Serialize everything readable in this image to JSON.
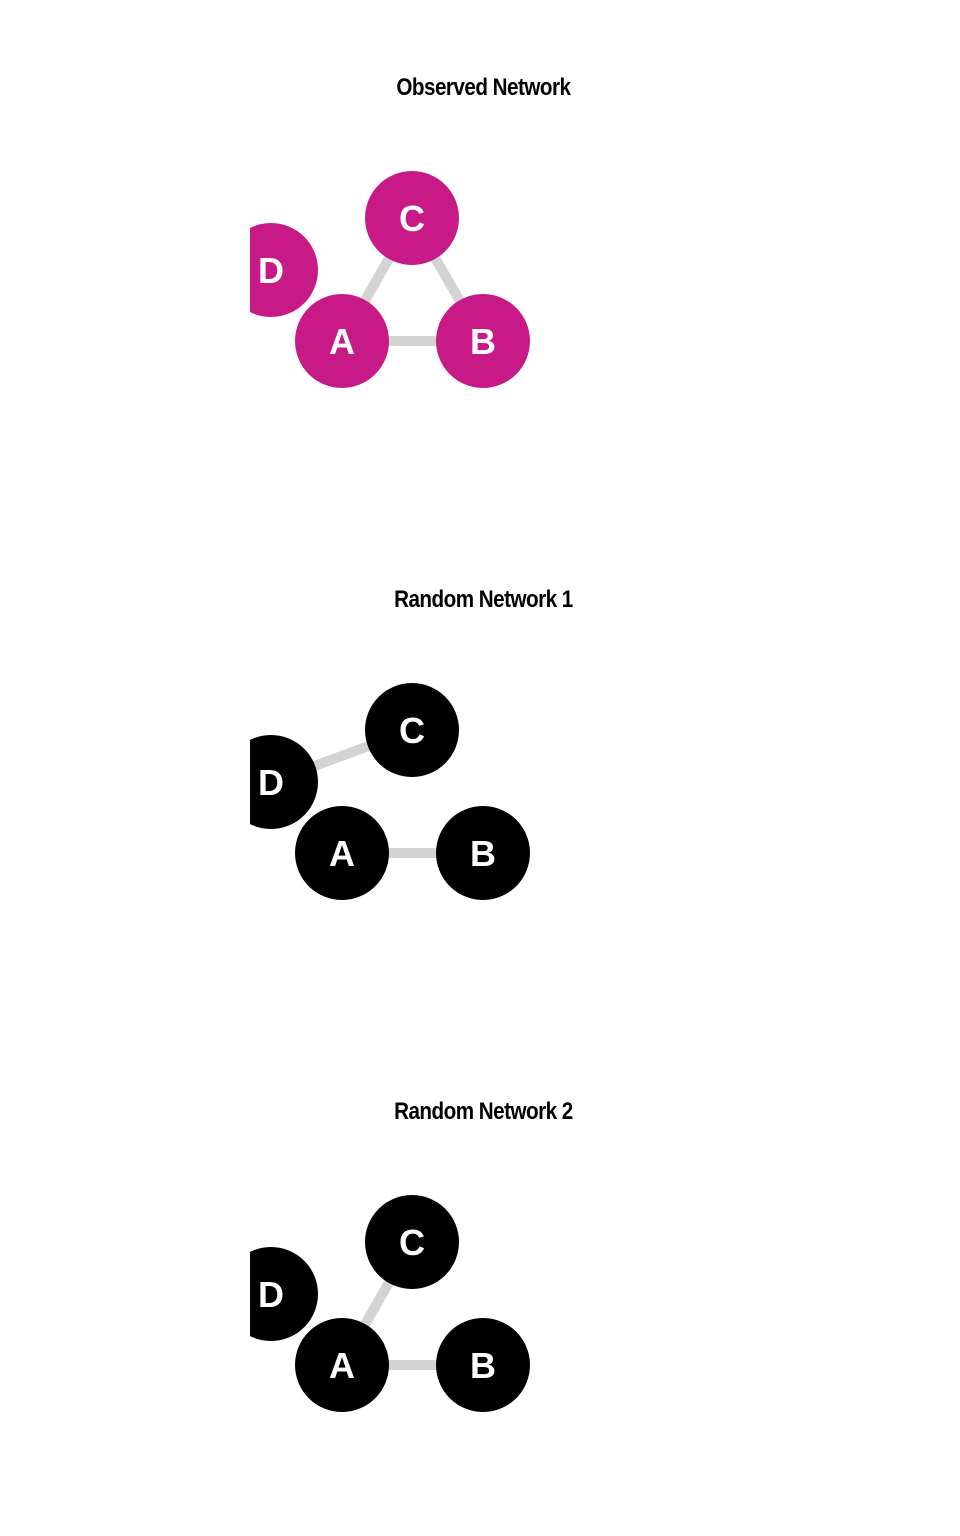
{
  "panels": [
    {
      "title": "Observed Network",
      "node_color": "#c71a86",
      "nodes": [
        {
          "id": "A",
          "label": "A"
        },
        {
          "id": "B",
          "label": "B"
        },
        {
          "id": "C",
          "label": "C"
        },
        {
          "id": "D",
          "label": "D"
        }
      ],
      "edges": [
        [
          "A",
          "B"
        ],
        [
          "A",
          "C"
        ],
        [
          "B",
          "C"
        ]
      ]
    },
    {
      "title": "Random Network 1",
      "node_color": "#000000",
      "nodes": [
        {
          "id": "A",
          "label": "A"
        },
        {
          "id": "B",
          "label": "B"
        },
        {
          "id": "C",
          "label": "C"
        },
        {
          "id": "D",
          "label": "D"
        }
      ],
      "edges": [
        [
          "A",
          "B"
        ],
        [
          "C",
          "D"
        ]
      ]
    },
    {
      "title": "Random Network 2",
      "node_color": "#000000",
      "nodes": [
        {
          "id": "A",
          "label": "A"
        },
        {
          "id": "B",
          "label": "B"
        },
        {
          "id": "C",
          "label": "C"
        },
        {
          "id": "D",
          "label": "D"
        }
      ],
      "edges": [
        [
          "A",
          "B"
        ],
        [
          "A",
          "C"
        ]
      ]
    }
  ],
  "edge_color": "#d3d3d3"
}
